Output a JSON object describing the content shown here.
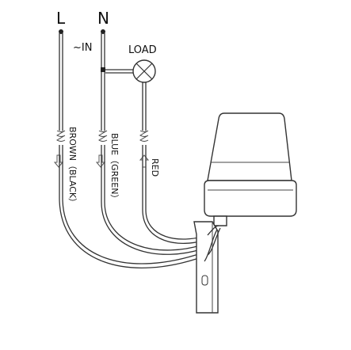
{
  "labels": {
    "line": "L",
    "neutral": "N",
    "input": "~IN",
    "load": "LOAD",
    "brown": "BROWN（BLACK）",
    "blue": "BLUE（GREEN）",
    "red": "RED"
  }
}
